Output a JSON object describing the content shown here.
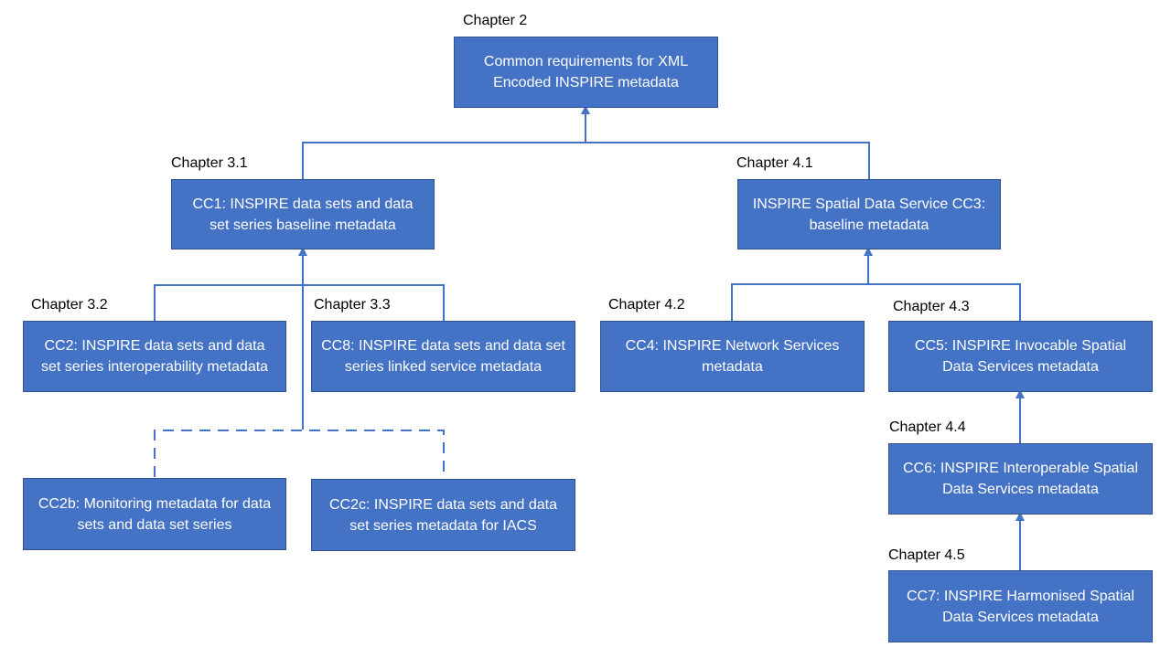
{
  "nodes": {
    "ch2": {
      "chapter": "Chapter 2",
      "text": "Common requirements for XML Encoded INSPIRE metadata"
    },
    "ch3_1": {
      "chapter": "Chapter 3.1",
      "text": "CC1: INSPIRE data sets and data set series baseline metadata"
    },
    "ch3_2": {
      "chapter": "Chapter 3.2",
      "text": "CC2: INSPIRE data sets and data set series interoperability metadata"
    },
    "ch3_3": {
      "chapter": "Chapter 3.3",
      "text": "CC8: INSPIRE data sets and data set series linked service metadata"
    },
    "cc2b": {
      "chapter": "",
      "text": "CC2b: Monitoring metadata for data sets and data set series"
    },
    "cc2c": {
      "chapter": "",
      "text": "CC2c: INSPIRE data sets and data set series metadata for IACS"
    },
    "ch4_1": {
      "chapter": "Chapter 4.1",
      "text": "INSPIRE Spatial Data Service CC3: baseline metadata"
    },
    "ch4_2": {
      "chapter": "Chapter 4.2",
      "text": "CC4: INSPIRE Network Services metadata"
    },
    "ch4_3": {
      "chapter": "Chapter 4.3",
      "text": "CC5: INSPIRE Invocable Spatial Data Services metadata"
    },
    "ch4_4": {
      "chapter": "Chapter 4.4",
      "text": "CC6: INSPIRE Interoperable Spatial Data Services metadata"
    },
    "ch4_5": {
      "chapter": "Chapter 4.5",
      "text": "CC7: INSPIRE Harmonised Spatial Data Services metadata"
    }
  },
  "colors": {
    "box_fill": "#4472c4",
    "box_border": "#2f528f",
    "connector": "#4472c4",
    "box_text": "#ffffff",
    "label_text": "#000000"
  }
}
